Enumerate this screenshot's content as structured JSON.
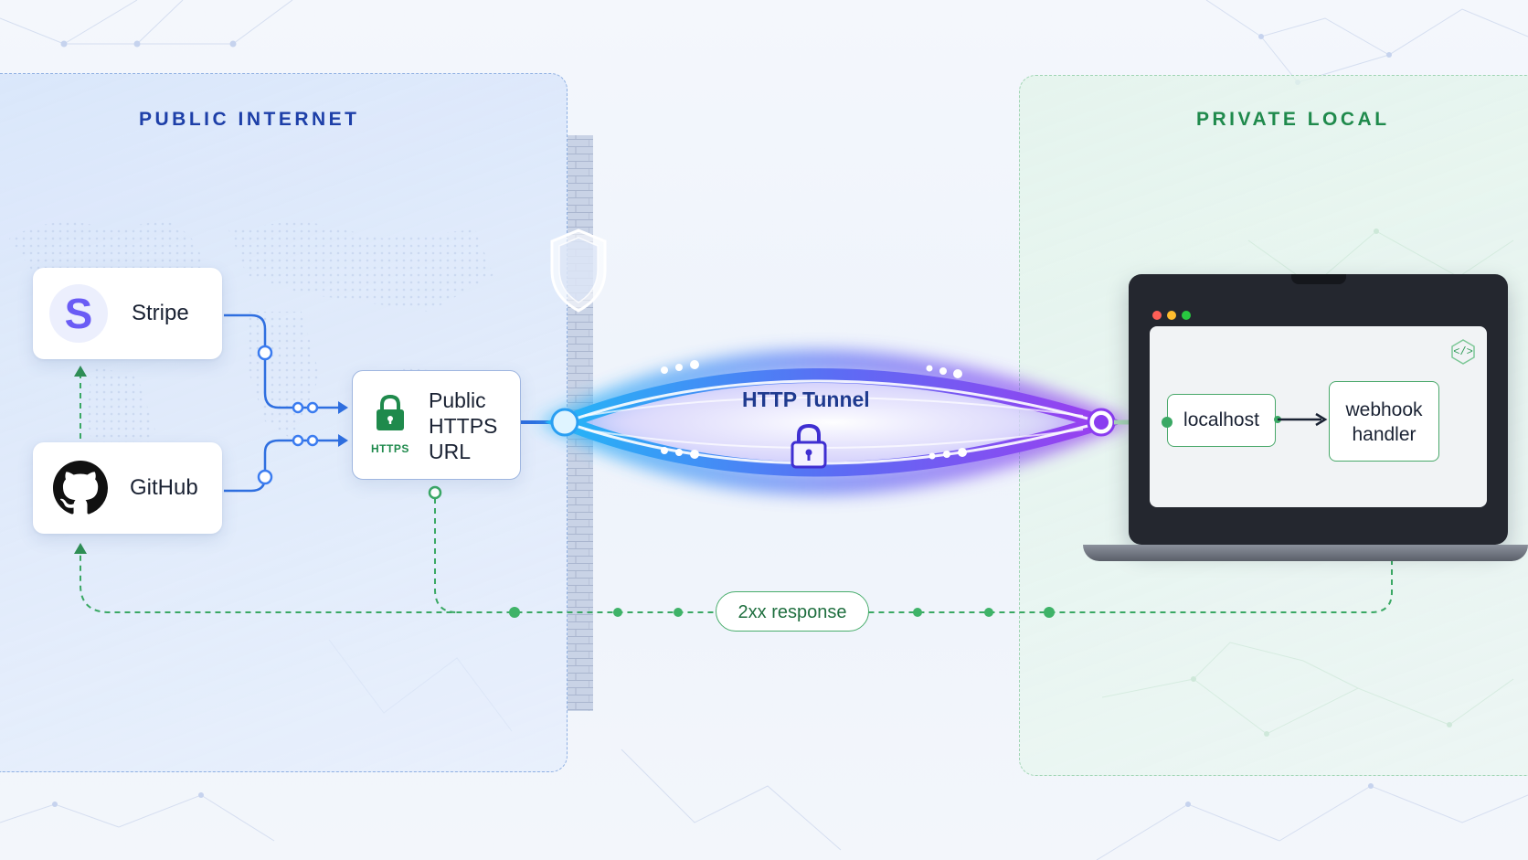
{
  "zones": {
    "public_title": "PUBLIC INTERNET",
    "private_title": "PRIVATE LOCAL"
  },
  "sources": {
    "stripe_label": "Stripe",
    "stripe_logo_letter": "S",
    "github_label": "GitHub"
  },
  "public_url": {
    "line1": "Public",
    "line2": "HTTPS",
    "line3": "URL",
    "badge": "HTTPS"
  },
  "tunnel": {
    "label": "HTTP Tunnel"
  },
  "local": {
    "localhost_label": "localhost",
    "webhook_line1": "webhook",
    "webhook_line2": "handler",
    "code_badge": "</>"
  },
  "response": {
    "label": "2xx response"
  },
  "icons": {
    "shield": "shield-icon",
    "lock": "lock-icon",
    "padlock": "padlock-icon",
    "github": "github-icon",
    "code": "code-icon"
  },
  "colors": {
    "public_accent": "#1d3fa8",
    "private_accent": "#1f8a4c",
    "request_line": "#2f6fe0",
    "response_line": "#3aa864",
    "tunnel_start": "#2aa8f5",
    "tunnel_end": "#8a3cf0"
  }
}
